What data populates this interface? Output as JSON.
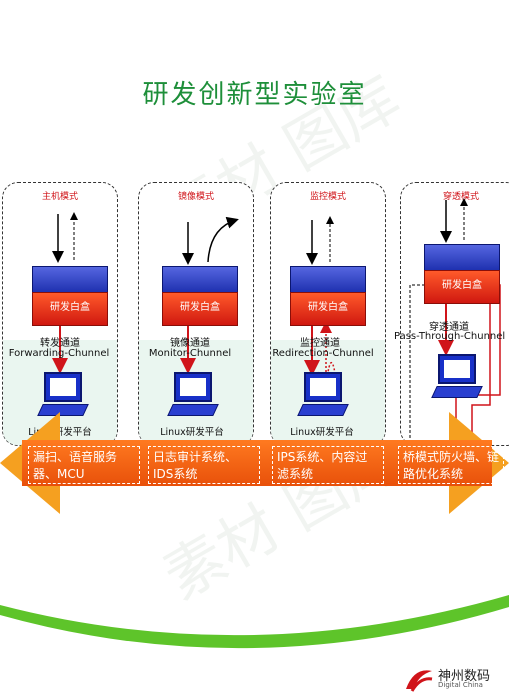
{
  "title": "研发创新型实验室",
  "watermark": "素材 图库",
  "modes": [
    {
      "title": "主机模式",
      "device": "研发白盒",
      "channel_cn": "转发通道",
      "channel_en": "Forwarding-Chunnel",
      "platform": "Linux研发平台"
    },
    {
      "title": "镜像模式",
      "device": "研发白盒",
      "channel_cn": "镜像通道",
      "channel_en": "Monitor-Chunnel",
      "platform": "Linux研发平台"
    },
    {
      "title": "监控模式",
      "device": "研发白盒",
      "channel_cn": "监控通道",
      "channel_en": "Redirection-Chunnel",
      "platform": "Linux研发平台"
    },
    {
      "title": "穿透模式",
      "device": "研发白盒",
      "channel_cn": "穿透通道",
      "channel_en": "Pass-Through-Chunnel",
      "platform": ""
    }
  ],
  "applications": [
    {
      "text": "漏扫、语音服务器、MCU"
    },
    {
      "text": "日志审计系统、IDS系统"
    },
    {
      "text": "IPS系统、内容过滤系统"
    },
    {
      "text": "桥模式防火墙、链路优化系统"
    }
  ],
  "logo": {
    "brand": "神州数码",
    "sub": "Digital China"
  },
  "colors": {
    "title": "#1e8f3a",
    "mode_title": "#d0141a",
    "band": "#e8500a",
    "arrow": "#f5a020",
    "switch_top": "#1d2fae",
    "switch_front": "#d01810"
  }
}
